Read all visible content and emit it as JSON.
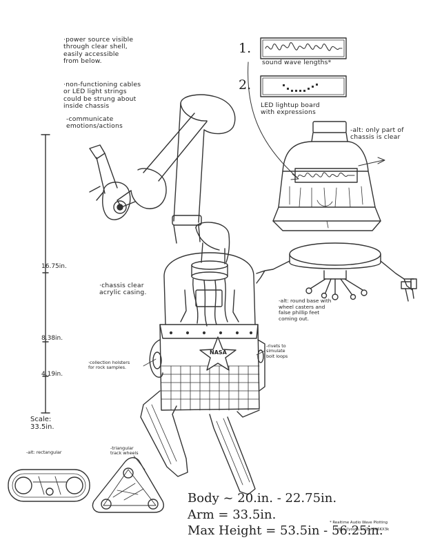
{
  "notes": {
    "power": "·power source visible\nthrough clear shell,\neasily accessible\nfrom below.",
    "lights": "·non-functioning cables\nor LED light strings\ncould be strung about\ninside chassis",
    "emotions": "-communicate\nemotions/actions",
    "option1_number": "1.",
    "option1_caption": "sound wave lengths*",
    "option2_number": "2.",
    "option2_caption": "LED lightup board\nwith expressions",
    "alt_clear": "-alt: only part of\nchassis is clear",
    "chassis": "·chassis clear\nacrylic casing.",
    "round_base": "-alt: round base with\nwheel casters and\nfalse phillip feet\ncoming out.",
    "rivets": "-rivets to\nsimulate\nbolt loops",
    "holsters": "·collection holsters\nfor rock samples.",
    "alt_rect": "-alt: rectangular",
    "alt_tri": "-triangular\ntrack wheels"
  },
  "scale": {
    "mark_top": "16.75in.",
    "mark_mid": "8.38in.",
    "mark_low": "4.19in.",
    "label": "Scale:\n33.5in."
  },
  "badge": "NASA",
  "measurements": {
    "body": "Body ~ 20.in. - 22.75in.",
    "arm": "Arm = 33.5in.",
    "height": "Max Height = 53.5in - 56.25in."
  },
  "footnote": {
    "line1": "* Realtime Audio Wave Plotting",
    "line2": "https://youtu.be/Zef7X6KX3k"
  }
}
